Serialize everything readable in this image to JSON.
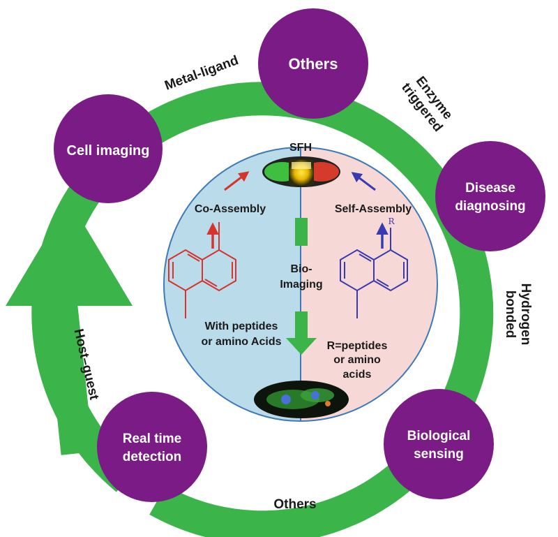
{
  "ring_nodes": {
    "top": "Others",
    "cell_imaging": "Cell imaging",
    "disease_line1": "Disease",
    "disease_line2": "diagnosing",
    "bio_line1": "Biological",
    "bio_line2": "sensing",
    "real_line1": "Real time",
    "real_line2": "detection"
  },
  "ring_labels": {
    "metal_ligand": "Metal-ligand",
    "enzyme_line1": "Enzyme",
    "enzyme_line2": "triggered",
    "hydrogen_line1": "Hydrogen",
    "hydrogen_line2": "bonded",
    "bottom_others": "Others",
    "host_guest": "Host–guest"
  },
  "center": {
    "sfh": "SFH",
    "co_assembly": "Co-Assembly",
    "self_assembly": "Self-Assembly",
    "bio_line1": "Bio-",
    "bio_line2": "Imaging",
    "left_line1": "With peptides",
    "left_line2": "or amino Acids",
    "right_line1": "R=peptides",
    "right_line2": "or amino",
    "right_line3": "acids",
    "r_atom": "R"
  },
  "colors": {
    "ring": "#3bb54a",
    "node": "#7b1c86",
    "left_half": "#b9dbea",
    "right_half": "#f6d9d6",
    "red_arrow": "#d6332b",
    "blue_arrow": "#3a3ab0"
  }
}
